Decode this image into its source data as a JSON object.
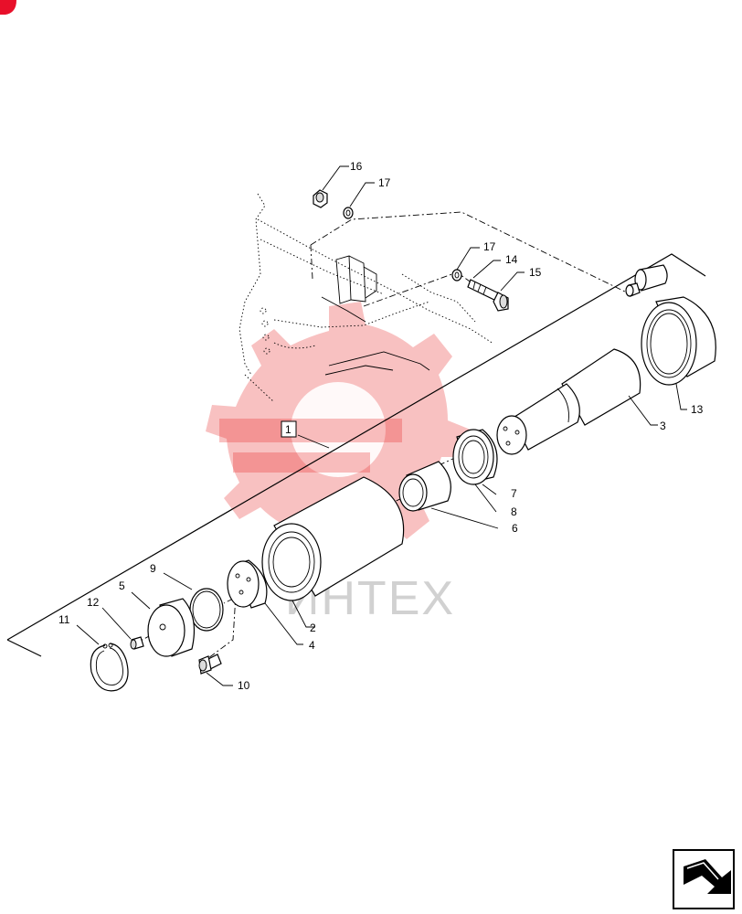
{
  "diagram": {
    "callouts": [
      "1",
      "2",
      "3",
      "4",
      "5",
      "6",
      "7",
      "8",
      "9",
      "10",
      "11",
      "12",
      "13",
      "14",
      "15",
      "16",
      "17",
      "17"
    ],
    "watermark_text": "ИНТЕХ"
  },
  "nav_icon": "arrow-icon",
  "colors": {
    "watermark": "#e62020",
    "ink": "#000000",
    "badge": "#e8102a"
  }
}
